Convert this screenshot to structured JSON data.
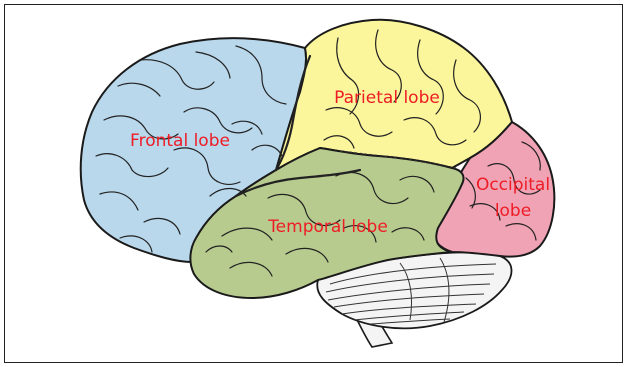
{
  "labels": {
    "frontal": "Frontal lobe",
    "parietal": "Parietal lobe",
    "occipital_line1": "Occipital",
    "occipital_line2": "lobe",
    "temporal": "Temporal lobe"
  },
  "colors": {
    "frontal": "#b9d8ec",
    "parietal": "#fbf59b",
    "occipital": "#f0a3b4",
    "temporal": "#b8cb8f",
    "cerebellum": "#f4f4f4",
    "outline": "#1a1a1a",
    "label_text": "#ee1c25"
  }
}
